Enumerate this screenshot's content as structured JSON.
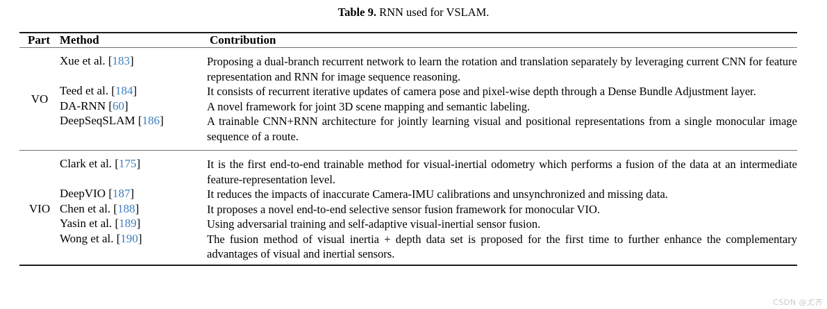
{
  "caption": {
    "label": "Table 9.",
    "text": " RNN used for VSLAM."
  },
  "colors": {
    "citation_blue": "#3b7ebf",
    "rule_dark": "#1a1a1a",
    "rule_light": "#6f6f6f",
    "text": "#000000",
    "watermark": "#c8c8c8"
  },
  "header": {
    "part": "Part",
    "method": "Method",
    "contribution": "Contribution"
  },
  "groups": [
    {
      "part": "VO",
      "rows": [
        {
          "method_name": "Xue et al.",
          "citation": "183",
          "contribution": "Proposing a dual-branch recurrent network to learn the rotation and translation separately by leveraging current CNN for feature representation and RNN for image sequence reasoning."
        },
        {
          "method_name": "Teed et al.",
          "citation": "184",
          "contribution": "It consists of recurrent iterative updates of camera pose and pixel-wise depth through a Dense Bundle Adjustment layer."
        },
        {
          "method_name": "DA-RNN",
          "citation": "60",
          "contribution": "A novel framework for joint 3D scene mapping and semantic labeling."
        },
        {
          "method_name": "DeepSeqSLAM",
          "citation": "186",
          "contribution": "A trainable CNN+RNN architecture for jointly learning visual and positional representations from a single monocular image sequence of a route."
        }
      ]
    },
    {
      "part": "VIO",
      "rows": [
        {
          "method_name": "Clark et al.",
          "citation": "175",
          "contribution": "It is the first end-to-end trainable method for visual-inertial odometry which performs a fusion of the data at an intermediate feature-representation level."
        },
        {
          "method_name": "DeepVIO",
          "citation": "187",
          "contribution": "It reduces the impacts of inaccurate Camera-IMU calibrations and unsynchronized and missing data."
        },
        {
          "method_name": "Chen et al.",
          "citation": "188",
          "contribution": "It proposes a novel end-to-end selective sensor fusion framework for monocular VIO."
        },
        {
          "method_name": "Yasin et al.",
          "citation": "189",
          "contribution": "Using adversarial training and self-adaptive visual-inertial sensor fusion."
        },
        {
          "method_name": "Wong et al.",
          "citation": "190",
          "contribution": "The fusion method of visual inertia + depth data set is proposed for the first time to further enhance the complementary advantages of visual and inertial sensors."
        }
      ]
    }
  ],
  "watermark": "CSDN @尤齐"
}
